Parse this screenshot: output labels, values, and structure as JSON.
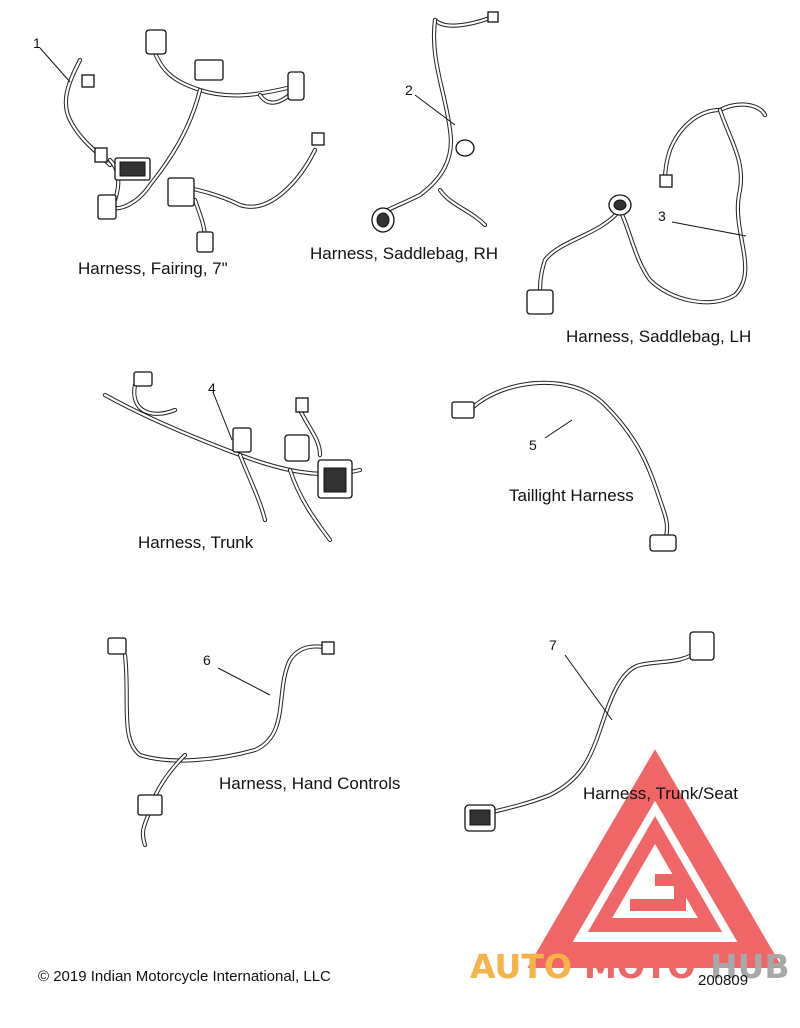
{
  "parts": [
    {
      "num": "1",
      "label": "Harness, Fairing, 7\""
    },
    {
      "num": "2",
      "label": "Harness, Saddlebag, RH"
    },
    {
      "num": "3",
      "label": "Harness, Saddlebag, LH"
    },
    {
      "num": "4",
      "label": "Harness, Trunk"
    },
    {
      "num": "5",
      "label": "Taillight Harness"
    },
    {
      "num": "6",
      "label": "Harness, Hand Controls"
    },
    {
      "num": "7",
      "label": "Harness, Trunk/Seat"
    }
  ],
  "footer": {
    "copyright": "© 2019 Indian Motorcycle International, LLC",
    "diagram_id": "200809"
  },
  "watermark": {
    "text_left": "AUTO",
    "text_mid": "MOTO",
    "text_right": "HUB",
    "colors": {
      "red": "#ee4b4b",
      "orange": "#f5a62a",
      "gray": "#9a9a9a"
    }
  }
}
